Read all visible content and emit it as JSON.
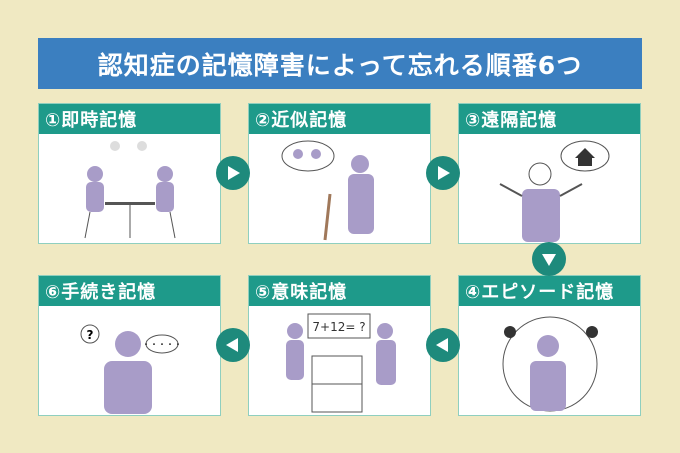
{
  "title": "認知症の記憶障害によって忘れる順番6つ",
  "steps": [
    {
      "label": "①即時記憶"
    },
    {
      "label": "②近似記憶"
    },
    {
      "label": "③遠隔記憶"
    },
    {
      "label": "④エピソード記憶"
    },
    {
      "label": "⑤意味記憶",
      "board_text": "7+12= ?"
    },
    {
      "label": "⑥手続き記憶",
      "bubble_text": "?",
      "dots_text": "・・・・・"
    }
  ],
  "colors": {
    "background": "#f0e9c2",
    "title_bar": "#3b7fc0",
    "header": "#1e9a8a",
    "arrow": "#1e8a7c",
    "figure": "#a89cc8"
  }
}
